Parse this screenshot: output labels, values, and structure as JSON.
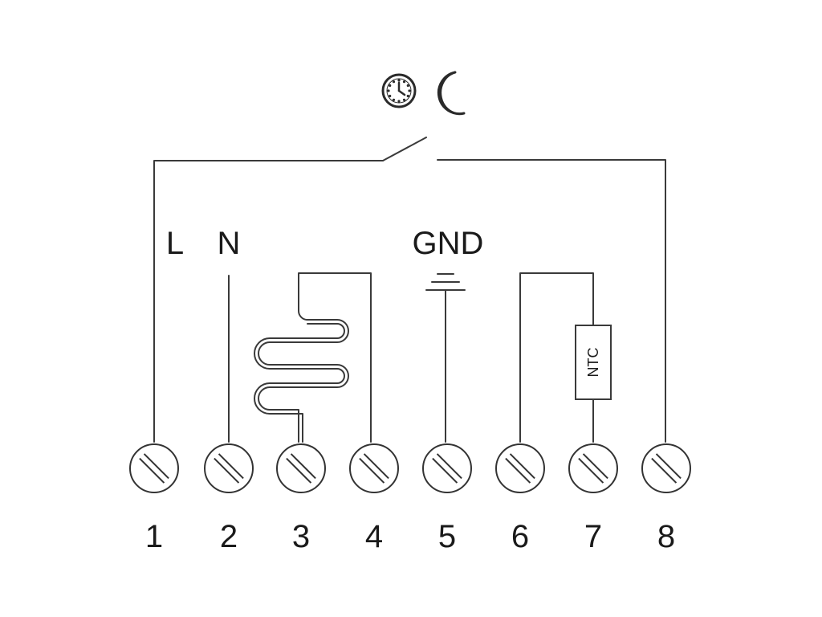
{
  "labels": {
    "line": "L",
    "neutral": "N",
    "ground": "GND",
    "sensor": "NTC"
  },
  "terminals": [
    {
      "number": "1"
    },
    {
      "number": "2"
    },
    {
      "number": "3"
    },
    {
      "number": "4"
    },
    {
      "number": "5"
    },
    {
      "number": "6"
    },
    {
      "number": "7"
    },
    {
      "number": "8"
    }
  ],
  "icons": [
    "clock-icon",
    "moon-icon"
  ],
  "colors": {
    "stroke": "#3a3a3a",
    "background": "#ffffff"
  }
}
